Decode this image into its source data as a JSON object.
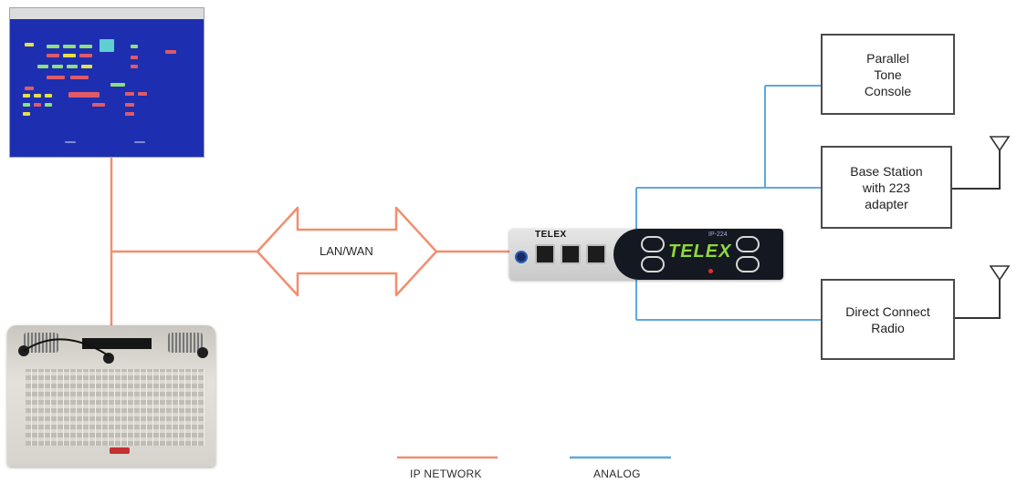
{
  "colors": {
    "ip_network": "#f08f6f",
    "analog": "#5da9e0",
    "radio_line": "#333333"
  },
  "devices": {
    "dispatch_screen": {
      "icon": "dispatch-software-screenshot"
    },
    "dispatch_console": {
      "icon": "desk-console-photo"
    },
    "gateway": {
      "brand_small": "TELEX",
      "brand_large": "TELEX",
      "model": "IP-224",
      "icon": "ip-224-gateway-photo"
    }
  },
  "network": {
    "label": "LAN/WAN",
    "icon": "double-arrow"
  },
  "boxes": {
    "parallel_tone": "Parallel\nTone\nConsole",
    "base_station": "Base Station\nwith 223\nadapter",
    "direct_connect": "Direct Connect\nRadio"
  },
  "antennas": [
    {
      "icon": "antenna-icon"
    },
    {
      "icon": "antenna-icon"
    }
  ],
  "legend": {
    "ip_network": "IP NETWORK",
    "analog": "ANALOG"
  }
}
